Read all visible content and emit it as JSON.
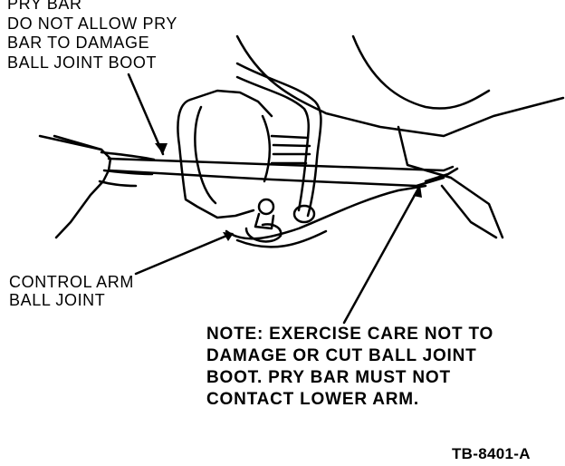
{
  "labels": {
    "pry_bar": [
      "PRY BAR",
      "DO NOT ALLOW PRY",
      "BAR TO DAMAGE",
      "BALL JOINT BOOT"
    ],
    "control_arm": [
      "CONTROL ARM",
      "BALL JOINT"
    ],
    "note": [
      "NOTE: EXERCISE CARE NOT TO",
      "DAMAGE OR CUT BALL JOINT",
      "BOOT. PRY BAR MUST NOT",
      "CONTACT LOWER ARM."
    ],
    "figure_id": "TB-8401-A"
  },
  "colors": {
    "ink": "#000000",
    "paper": "#ffffff"
  }
}
